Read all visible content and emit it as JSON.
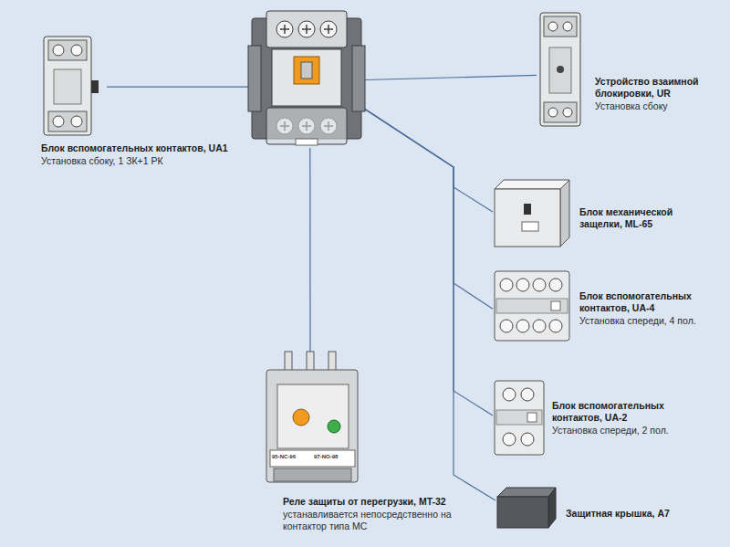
{
  "diagram": {
    "nodes": [
      {
        "text": []
      },
      {
        "text": [
          "Блок вспомогательных контактов, UA1",
          "Установка сбоку, 1 ЗК+1 РК"
        ]
      },
      {
        "text": [
          "Устройство взаимной блокировки, UR",
          "Установка сбоку"
        ]
      },
      {
        "text": [
          "Блок механической защелки, ML-65"
        ]
      },
      {
        "text": [
          "Блок вспомогательных контактов, UA-4",
          "Установка спереди, 4 пол."
        ]
      },
      {
        "text": [
          "Блок вспомогательных контактов, UA-2",
          "Установка спереди, 2 пол."
        ]
      },
      {
        "text": [
          "Реле защиты от перегрузки, MT-32",
          "устанавливается непосредственно на контактор типа MC"
        ]
      },
      {
        "text": [
          "Защитная крышка, A7"
        ]
      }
    ],
    "edges": [
      {
        "from": 0,
        "to": 1,
        "arrow": "none"
      },
      {
        "from": 0,
        "to": 2,
        "arrow": "none"
      },
      {
        "from": 0,
        "to": 6,
        "arrow": "none"
      },
      {
        "from": 0,
        "to": 3,
        "arrow": "none"
      },
      {
        "from": 0,
        "to": 4,
        "arrow": "none"
      },
      {
        "from": 0,
        "to": 5,
        "arrow": "none"
      },
      {
        "from": 0,
        "to": 7,
        "arrow": "none"
      }
    ],
    "labels": [
      "95-NC-96",
      "97-NO-98"
    ]
  }
}
